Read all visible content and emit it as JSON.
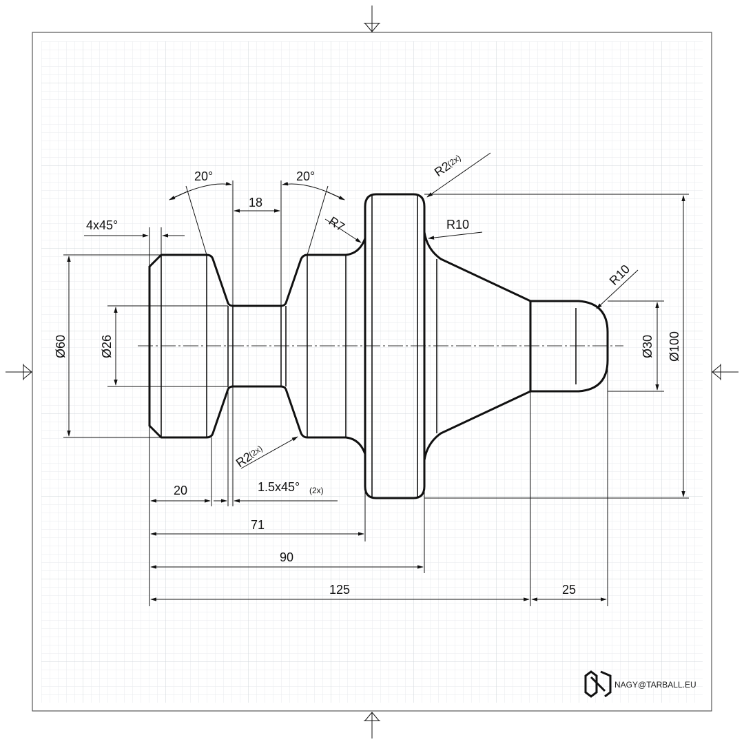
{
  "colors": {
    "paper": "#ffffff",
    "grid_minor": "#e7eaee",
    "grid_major": "#cfd4da",
    "ink": "#111111"
  },
  "dimensions": {
    "chamfer_left": "4x45°",
    "dia_60": "Ø60",
    "dia_26": "Ø26",
    "angle_left": "20°",
    "angle_right": "20°",
    "groove_width": "18",
    "radius_7": "R7",
    "radius_2_top": "R2",
    "radius_2_top_mult": "(2x)",
    "radius_10_flange": "R10",
    "radius_10_end": "R10",
    "dia_30": "Ø30",
    "dia_100": "Ø100",
    "radius_2_bottom": "R2",
    "radius_2_bottom_mult": "(2x)",
    "len_20": "20",
    "chamfer_groove": "1.5x45°",
    "chamfer_groove_mult": "(2x)",
    "len_71": "71",
    "len_90": "90",
    "len_125": "125",
    "len_25": "25"
  },
  "branding": {
    "email": "NAGY@TARBALL.EU"
  }
}
